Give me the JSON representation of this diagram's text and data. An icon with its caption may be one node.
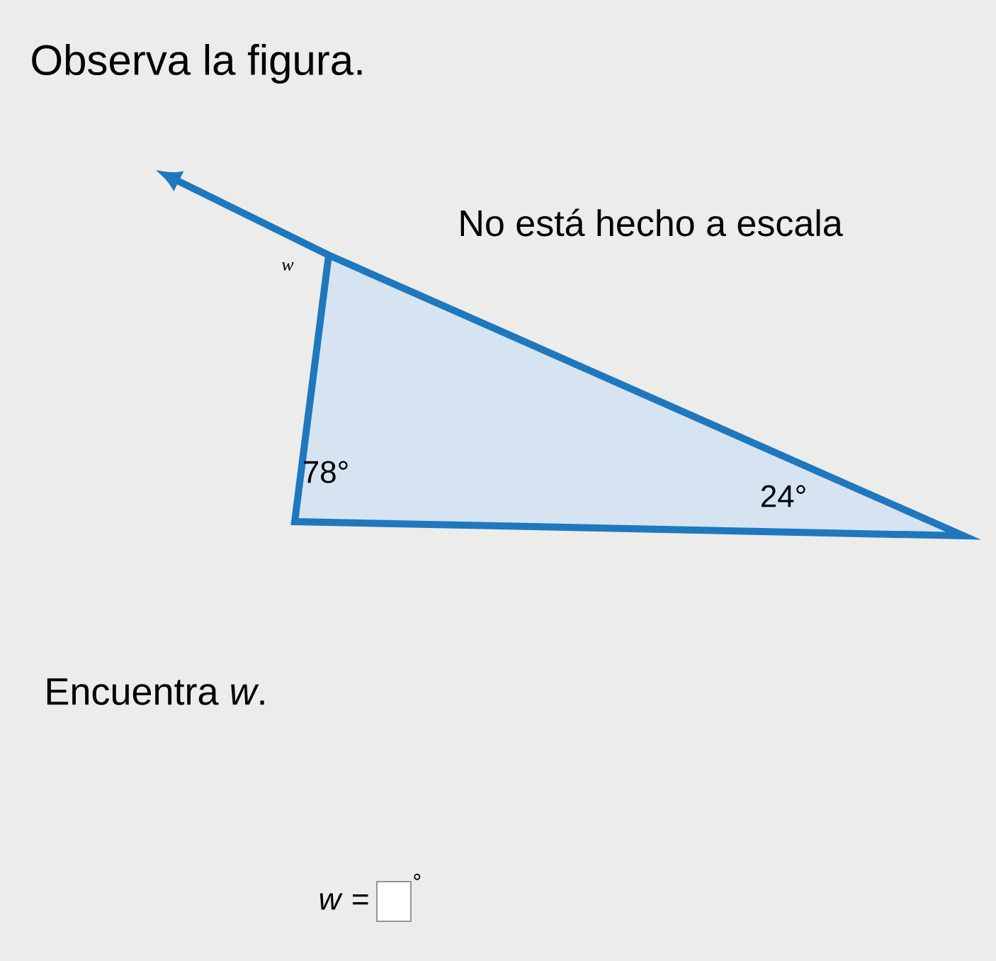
{
  "diagram": {
    "title": "Observa la figura.",
    "nodes": [
      {
        "text": [
          "w",
          "78°",
          "24°"
        ]
      }
    ],
    "labels": [
      "No está hecho a escala",
      "Encuentra *w*.",
      "*w* =",
      "°"
    ]
  }
}
